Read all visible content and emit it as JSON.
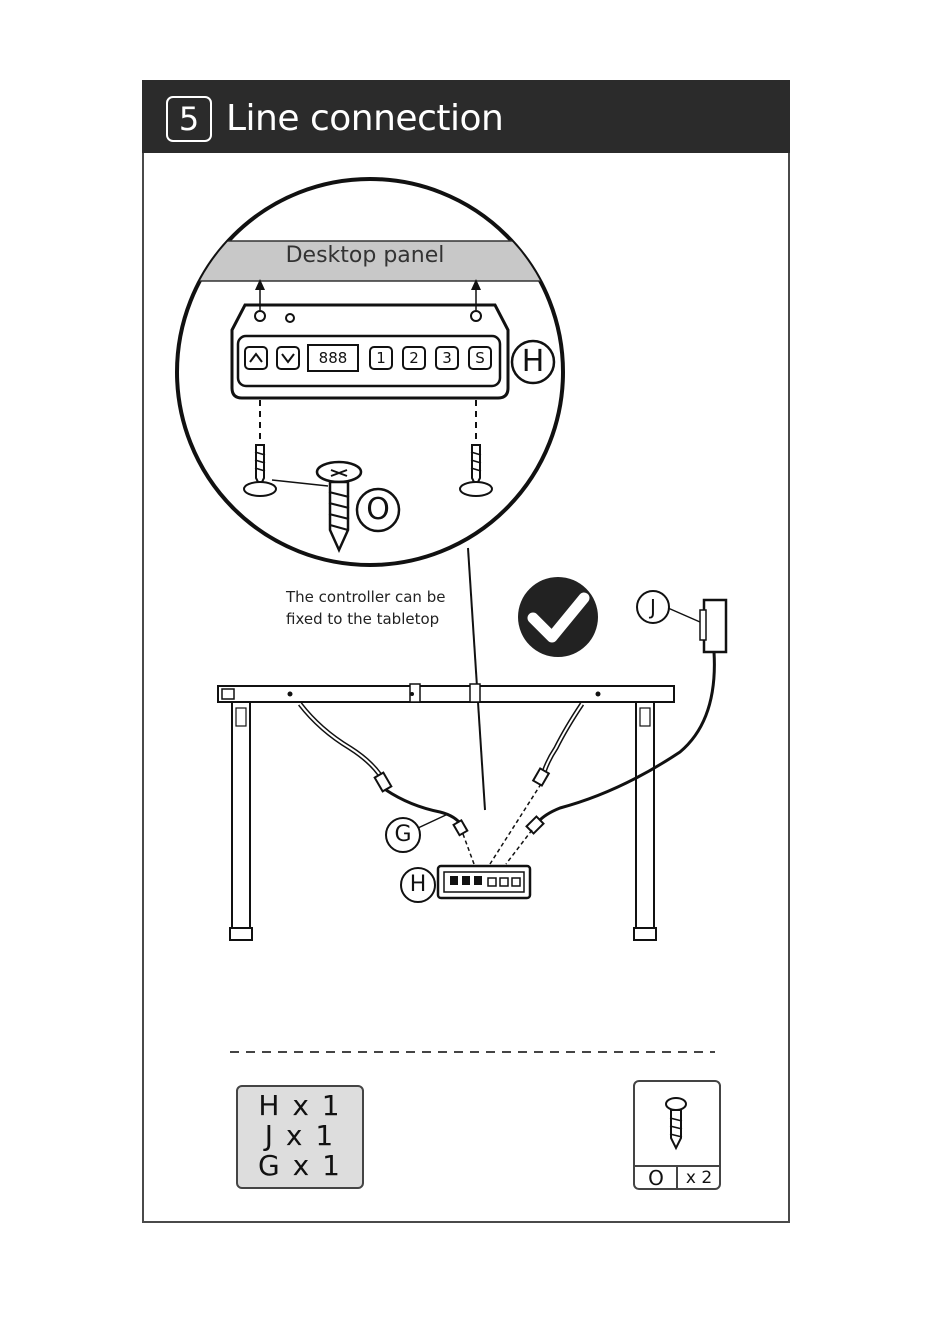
{
  "step": {
    "number": "5",
    "title": "Line connection"
  },
  "detail": {
    "panel_label": "Desktop panel",
    "display_readout": "888",
    "buttons": [
      "1",
      "2",
      "3",
      "S"
    ],
    "controller_label": "H",
    "screw_label": "O"
  },
  "note": {
    "line1": "The controller can be",
    "line2": "fixed to the tabletop"
  },
  "labels": {
    "power": "J",
    "cable": "G",
    "control_box": "H"
  },
  "parts": {
    "items": [
      "H x 1",
      "J x 1",
      "G x 1"
    ],
    "screw_code": "O",
    "screw_qty": "x 2"
  }
}
